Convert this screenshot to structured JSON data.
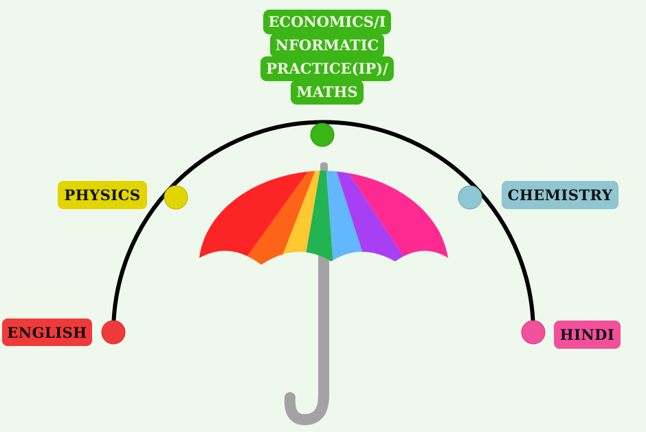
{
  "title_lines": [
    "ECONOMICS/I",
    "NFORMATIC",
    "PRACTICE(IP)/",
    "MATHS"
  ],
  "subjects": {
    "english": {
      "label": "ENGLISH",
      "color": "#f03a3a"
    },
    "physics": {
      "label": "PHYSICS",
      "color": "#e1d500"
    },
    "chemistry": {
      "label": "CHEMISTRY",
      "color": "#8fc6d1"
    },
    "hindi": {
      "label": "HINDI",
      "color": "#f2509b"
    },
    "top": {
      "color": "#3cb516"
    }
  }
}
